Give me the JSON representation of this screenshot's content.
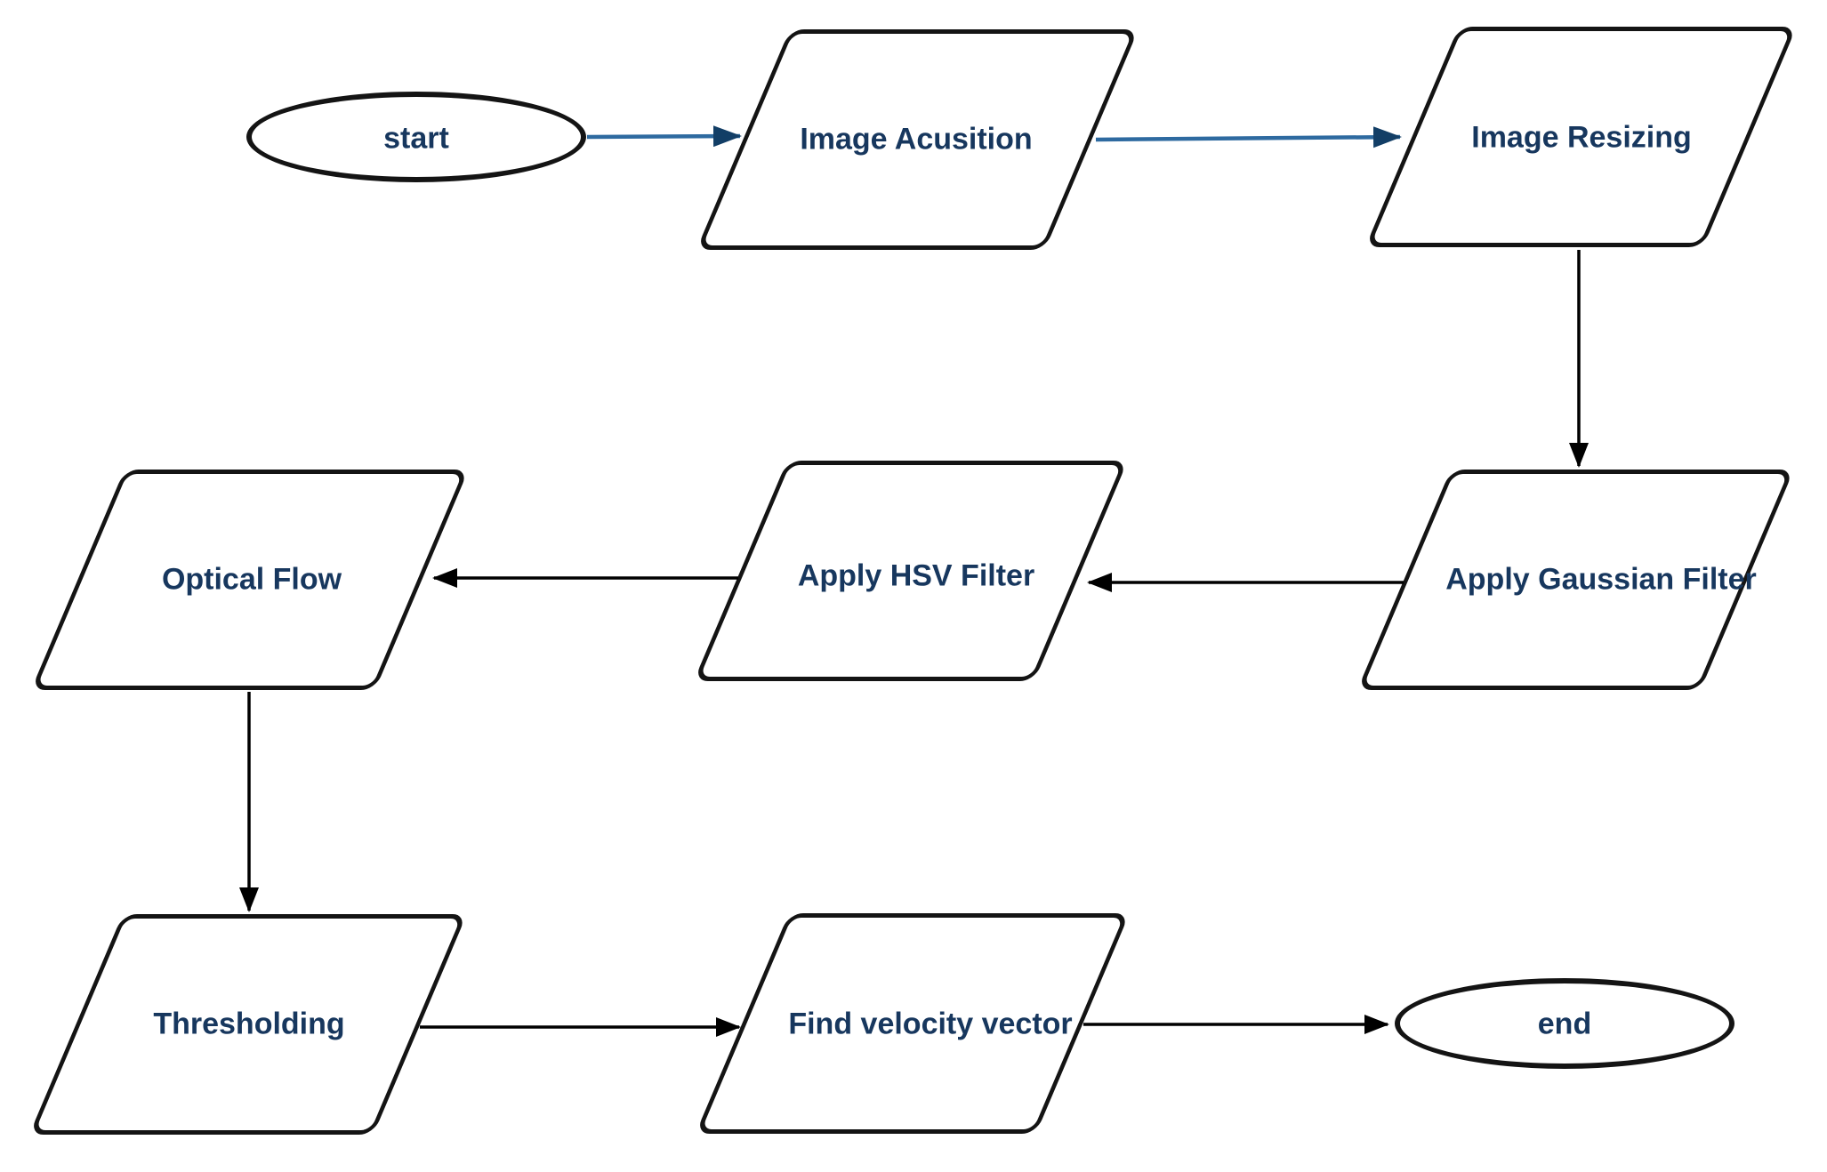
{
  "diagram": {
    "type": "flowchart",
    "background": "#ffffff",
    "colors": {
      "node_border": "#141414",
      "node_fill": "#ffffff",
      "label_text": "#17375e",
      "arrow_black": "#000000",
      "arrow_blue": "#2e6aa0",
      "arrow_blue_head": "#123e66"
    },
    "nodes": [
      {
        "id": "start",
        "type": "ellipse",
        "label": "start"
      },
      {
        "id": "image-acquisition",
        "type": "parallelogram",
        "label": "Image Acusition"
      },
      {
        "id": "image-resizing",
        "type": "parallelogram",
        "label": "Image Resizing"
      },
      {
        "id": "apply-gaussian-filter",
        "type": "parallelogram",
        "label": "Apply Gaussian Filter"
      },
      {
        "id": "apply-hsv-filter",
        "type": "parallelogram",
        "label": "Apply HSV Filter"
      },
      {
        "id": "optical-flow",
        "type": "parallelogram",
        "label": "Optical Flow"
      },
      {
        "id": "thresholding",
        "type": "parallelogram",
        "label": "Thresholding"
      },
      {
        "id": "find-velocity-vector",
        "type": "parallelogram",
        "label": "Find velocity vector"
      },
      {
        "id": "end",
        "type": "ellipse",
        "label": "end"
      }
    ],
    "edges": [
      {
        "from": "start",
        "to": "image-acquisition",
        "color": "blue"
      },
      {
        "from": "image-acquisition",
        "to": "image-resizing",
        "color": "blue"
      },
      {
        "from": "image-resizing",
        "to": "apply-gaussian-filter",
        "color": "black"
      },
      {
        "from": "apply-gaussian-filter",
        "to": "apply-hsv-filter",
        "color": "black"
      },
      {
        "from": "apply-hsv-filter",
        "to": "optical-flow",
        "color": "black"
      },
      {
        "from": "optical-flow",
        "to": "thresholding",
        "color": "black"
      },
      {
        "from": "thresholding",
        "to": "find-velocity-vector",
        "color": "black"
      },
      {
        "from": "find-velocity-vector",
        "to": "end",
        "color": "black"
      }
    ]
  }
}
